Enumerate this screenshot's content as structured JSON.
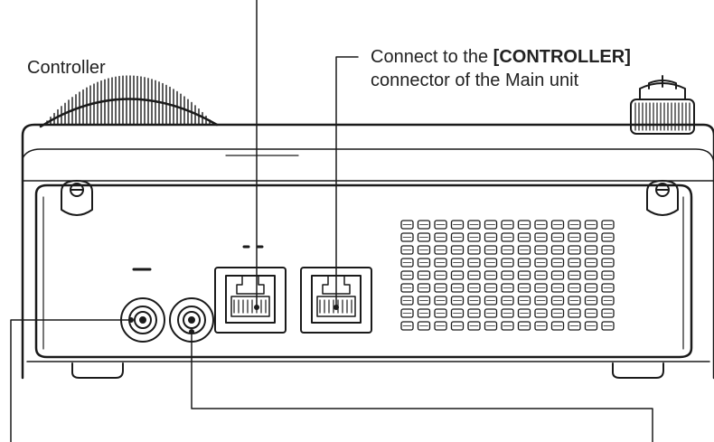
{
  "labels": {
    "controller": "Controller",
    "connect_prefix": "Connect to the ",
    "connect_bold": "[CONTROLLER]",
    "connect_line2": "connector of the Main unit"
  },
  "colors": {
    "line": "#1a1a1a",
    "panel_fill": "#ffffff",
    "text": "#222222"
  },
  "icons": [
    "rj45-jack-icon",
    "round-jack-icon",
    "knob-icon",
    "vent-grille-icon",
    "screw-icon"
  ]
}
